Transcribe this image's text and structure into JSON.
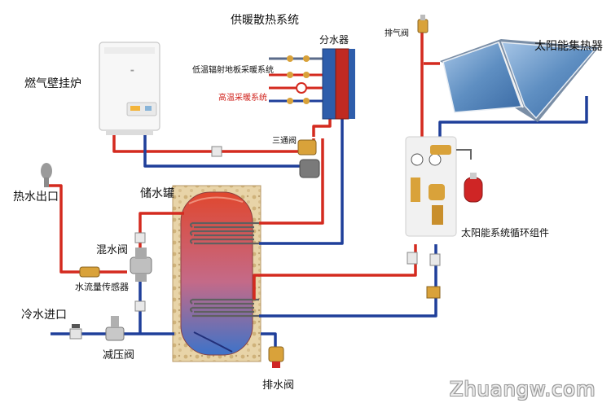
{
  "labels": {
    "boiler": "燃气壁挂炉",
    "heating_system": "供暖散热系统",
    "manifold": "分水器",
    "floor_heating": "低温辐射地板采暖系统",
    "high_temp_heating": "高温采暖系统",
    "three_way_valve": "三通阀",
    "air_vent": "排气阀",
    "solar_collector": "太阳能集热器",
    "hot_water_outlet": "热水出口",
    "storage_tank": "储水罐",
    "mixing_valve": "混水阀",
    "flow_sensor": "水流量传感器",
    "cold_water_inlet": "冷水进口",
    "pressure_reducing_valve": "减压阀",
    "drain_valve": "排水阀",
    "solar_circulation_unit": "太阳能系统循环组件"
  },
  "watermark": "Zhuangw.com",
  "colors": {
    "hot_pipe": "#d42a1f",
    "cold_pipe": "#1f3f9a",
    "red_label": "#d0221c",
    "valve_brass": "#d9a23a"
  }
}
